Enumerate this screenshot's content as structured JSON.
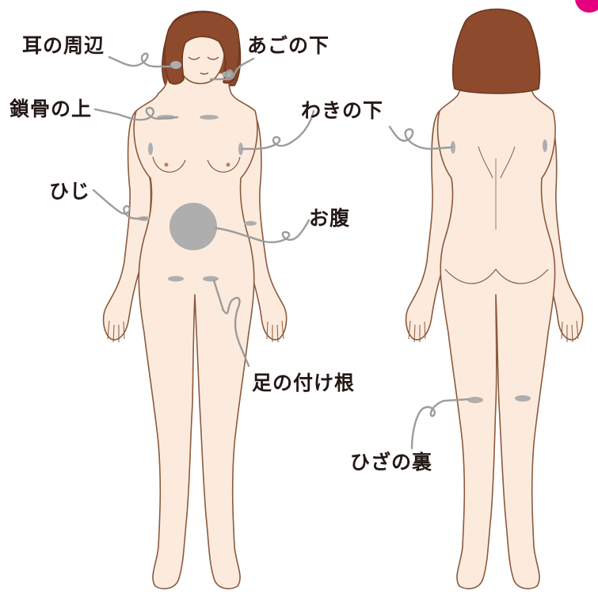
{
  "labels": {
    "ear": "耳の周辺",
    "chin": "あごの下",
    "collarbone": "鎖骨の上",
    "underarm": "わきの下",
    "elbow": "ひじ",
    "belly": "お腹",
    "groin": "足の付け根",
    "knee_back": "ひざの裏"
  },
  "colors": {
    "skin": "#FCEBDD",
    "outline": "#8B5A3E",
    "hair": "#8E4A2C",
    "hair_shadow": "#6E3820",
    "spot": "#AEAEAE",
    "leader": "#9C9C9C",
    "accent": "#E4007F",
    "text": "#231815"
  },
  "icons": {
    "body_front": "woman-front-figure",
    "body_back": "woman-back-figure"
  }
}
